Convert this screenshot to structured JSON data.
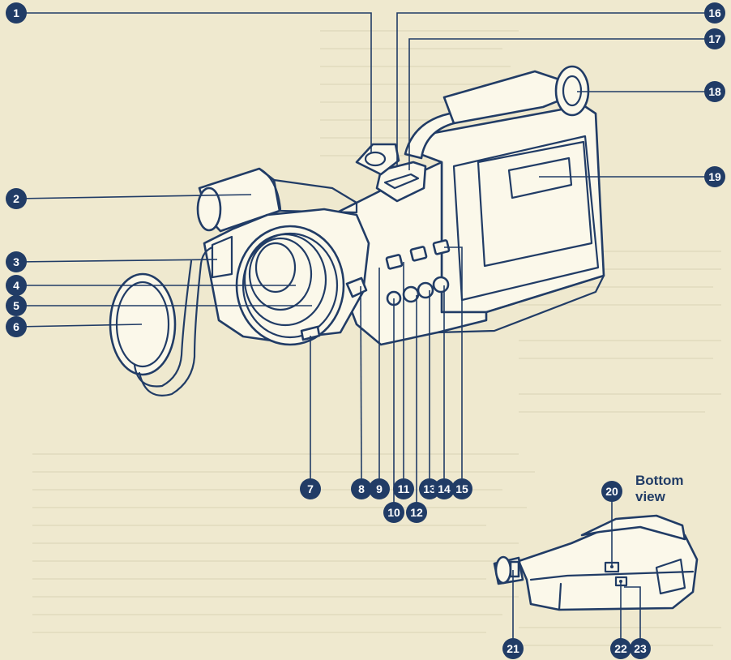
{
  "view_label": "Bottom\nview",
  "colors": {
    "ink": "#213c66",
    "paper": "#efe9cf",
    "body": "#fbf8ea"
  },
  "callouts": [
    {
      "id": "1",
      "label": "1"
    },
    {
      "id": "2",
      "label": "2"
    },
    {
      "id": "3",
      "label": "3"
    },
    {
      "id": "4",
      "label": "4"
    },
    {
      "id": "5",
      "label": "5"
    },
    {
      "id": "6",
      "label": "6"
    },
    {
      "id": "7",
      "label": "7"
    },
    {
      "id": "8",
      "label": "8"
    },
    {
      "id": "9",
      "label": "9"
    },
    {
      "id": "10",
      "label": "10"
    },
    {
      "id": "11",
      "label": "11"
    },
    {
      "id": "12",
      "label": "12"
    },
    {
      "id": "13",
      "label": "13"
    },
    {
      "id": "14",
      "label": "14"
    },
    {
      "id": "15",
      "label": "15"
    },
    {
      "id": "16",
      "label": "16"
    },
    {
      "id": "17",
      "label": "17"
    },
    {
      "id": "18",
      "label": "18"
    },
    {
      "id": "19",
      "label": "19"
    },
    {
      "id": "20",
      "label": "20"
    },
    {
      "id": "21",
      "label": "21"
    },
    {
      "id": "22",
      "label": "22"
    },
    {
      "id": "23",
      "label": "23"
    }
  ]
}
